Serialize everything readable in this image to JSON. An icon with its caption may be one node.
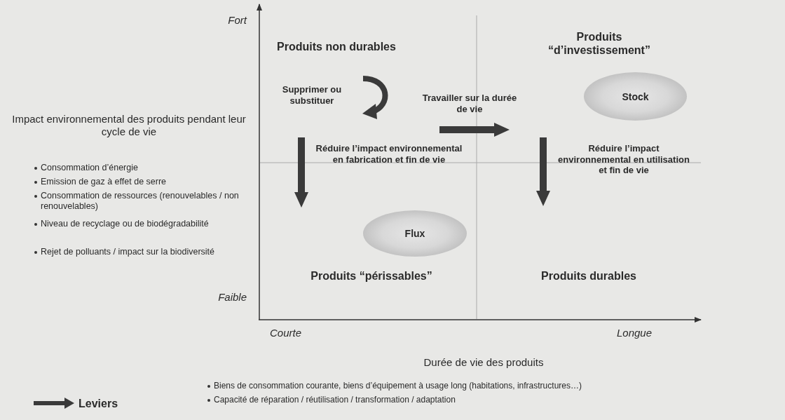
{
  "diagram": {
    "nodes": [
      {
        "text": [
          "Stock"
        ]
      },
      {
        "text": [
          "Flux"
        ]
      }
    ],
    "edges": [],
    "labels": [
      "Fort",
      "Produits non durables",
      "Produits “d’investissement”",
      "Supprimer ou substituer",
      "Travailler sur la durée de vie",
      "Impact environnemental des produits pendant leur cycle de vie",
      "Consommation d’énergie",
      "Emission de gaz à effet de serre",
      "Consommation de ressources (renouvelables / non renouvelables)",
      "Niveau de recyclage ou de biodégradabilité",
      "Rejet de polluants / impact sur la biodiversité",
      "Réduire l’impact environnemental en fabrication et fin de vie",
      "Réduire l’impact environnemental en utilisation et fin de vie",
      "Produits “périssables”",
      "Produits durables",
      "Faible",
      "Courte",
      "Longue",
      "Durée de vie des produits",
      "Biens de consommation courante, biens d’équipement à usage long (habitations, infrastructures…)",
      "Capacité de réparation / réutilisation / transformation / adaptation"
    ],
    "legend": [
      {
        "text": "Leviers"
      }
    ]
  }
}
